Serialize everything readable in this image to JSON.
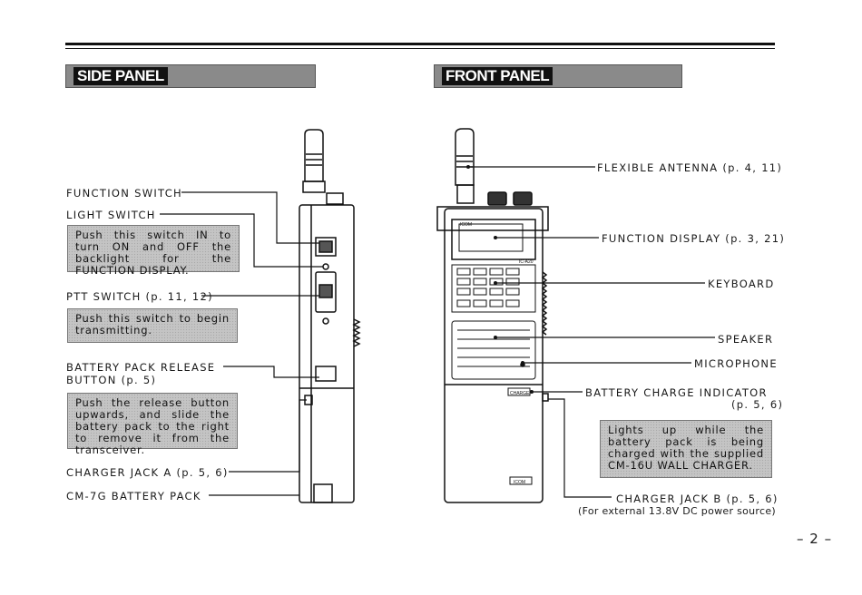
{
  "side_panel": {
    "heading": "SIDE PANEL",
    "labels": {
      "function_switch": "FUNCTION SWITCH",
      "light_switch": "LIGHT SWITCH",
      "ptt_switch": "PTT SWITCH (p. 11, 12)",
      "battery_release_1": "BATTERY PACK RELEASE",
      "battery_release_2": "BUTTON (p. 5)",
      "charger_jack_a": "CHARGER JACK A (p. 5, 6)",
      "battery_pack": "CM-7G BATTERY PACK"
    },
    "notes": {
      "light": "Push this switch IN to turn ON and OFF the backlight for the FUNCTION DISPLAY.",
      "ptt": "Push this switch to begin transmitting.",
      "release": "Push the release button upwards, and slide the battery pack to the right to remove it from the transceiver."
    }
  },
  "front_panel": {
    "heading": "FRONT PANEL",
    "labels": {
      "antenna": "FLEXIBLE ANTENNA (p. 4, 11)",
      "display": "FUNCTION DISPLAY (p. 3, 21)",
      "keyboard": "KEYBOARD",
      "speaker": "SPEAKER",
      "microphone": "MICROPHONE",
      "charge_indicator_1": "BATTERY CHARGE INDICATOR",
      "charge_indicator_2": "(p. 5, 6)",
      "charger_jack_b": "CHARGER JACK B (p. 5, 6)",
      "charger_jack_b_note": "(For external 13.8V DC power source)"
    },
    "notes": {
      "charge": "Lights up while the battery pack is being charged with the supplied CM-16U WALL CHARGER."
    },
    "device_text": {
      "brand": "ICOM",
      "model": "IC-A20",
      "charge_tag": "CHARGE",
      "bottom_brand": "ICOM"
    }
  },
  "page_number": "– 2 –"
}
